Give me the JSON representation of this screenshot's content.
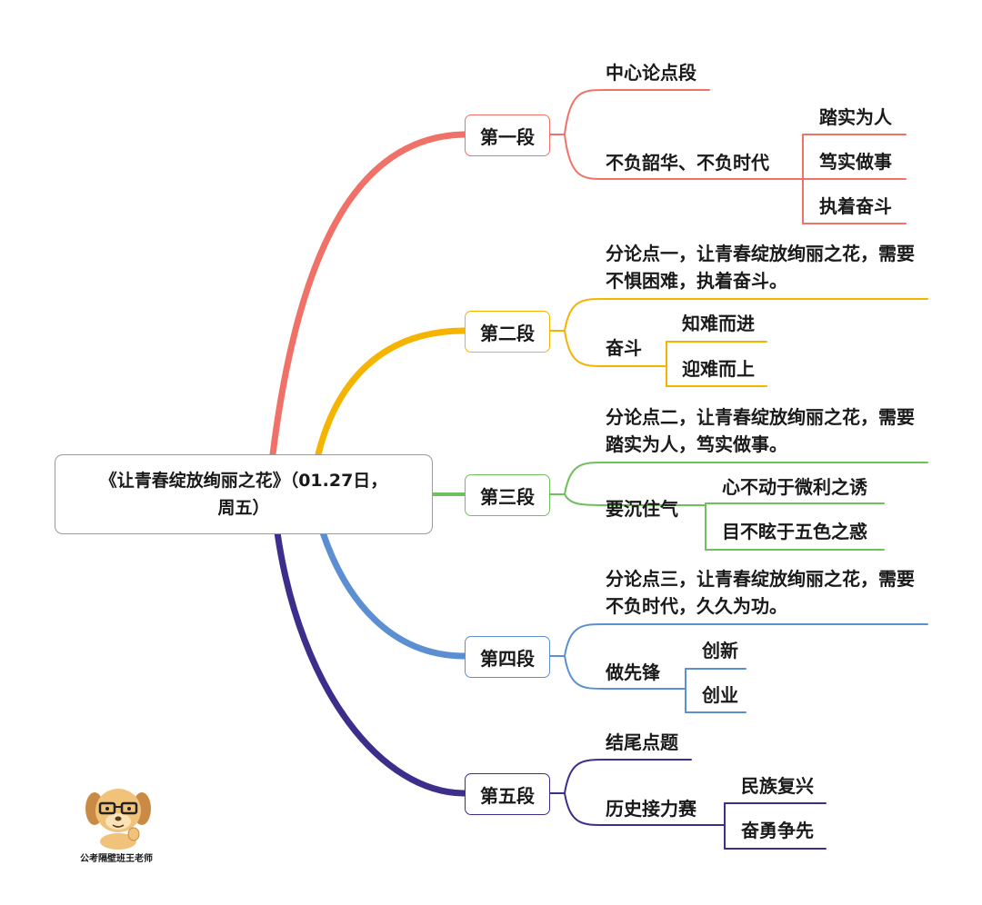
{
  "colors": {
    "s1": "#f07167",
    "s2": "#f5b400",
    "s3": "#6ec05a",
    "s4": "#5b8fd1",
    "s5": "#3d2e8c"
  },
  "root": {
    "line1": "《让青春绽放绚丽之花》（01.27日，",
    "line2": "周五）"
  },
  "sections": [
    {
      "label": "第一段",
      "main": "中心论点段",
      "sub": "不负韶华、不负时代",
      "leaves": [
        "踏实为人",
        "笃实做事",
        "执着奋斗"
      ]
    },
    {
      "label": "第二段",
      "main": "分论点一，让青春绽放绚丽之花，需要不惧困难，执着奋斗。",
      "sub": "奋斗",
      "leaves": [
        "知难而进",
        "迎难而上"
      ]
    },
    {
      "label": "第三段",
      "main": "分论点二，让青春绽放绚丽之花，需要踏实为人，笃实做事。",
      "sub": "要沉住气",
      "leaves": [
        "心不动于微利之诱",
        "目不眩于五色之惑"
      ]
    },
    {
      "label": "第四段",
      "main": "分论点三，让青春绽放绚丽之花，需要不负时代，久久为功。",
      "sub": "做先锋",
      "leaves": [
        "创新",
        "创业"
      ]
    },
    {
      "label": "第五段",
      "main": "结尾点题",
      "sub": "历史接力赛",
      "leaves": [
        "民族复兴",
        "奋勇争先"
      ]
    }
  ],
  "watermark": {
    "caption": "公考隔壁班王老师",
    "icon": "cartoon-dog-with-glasses-icon"
  }
}
